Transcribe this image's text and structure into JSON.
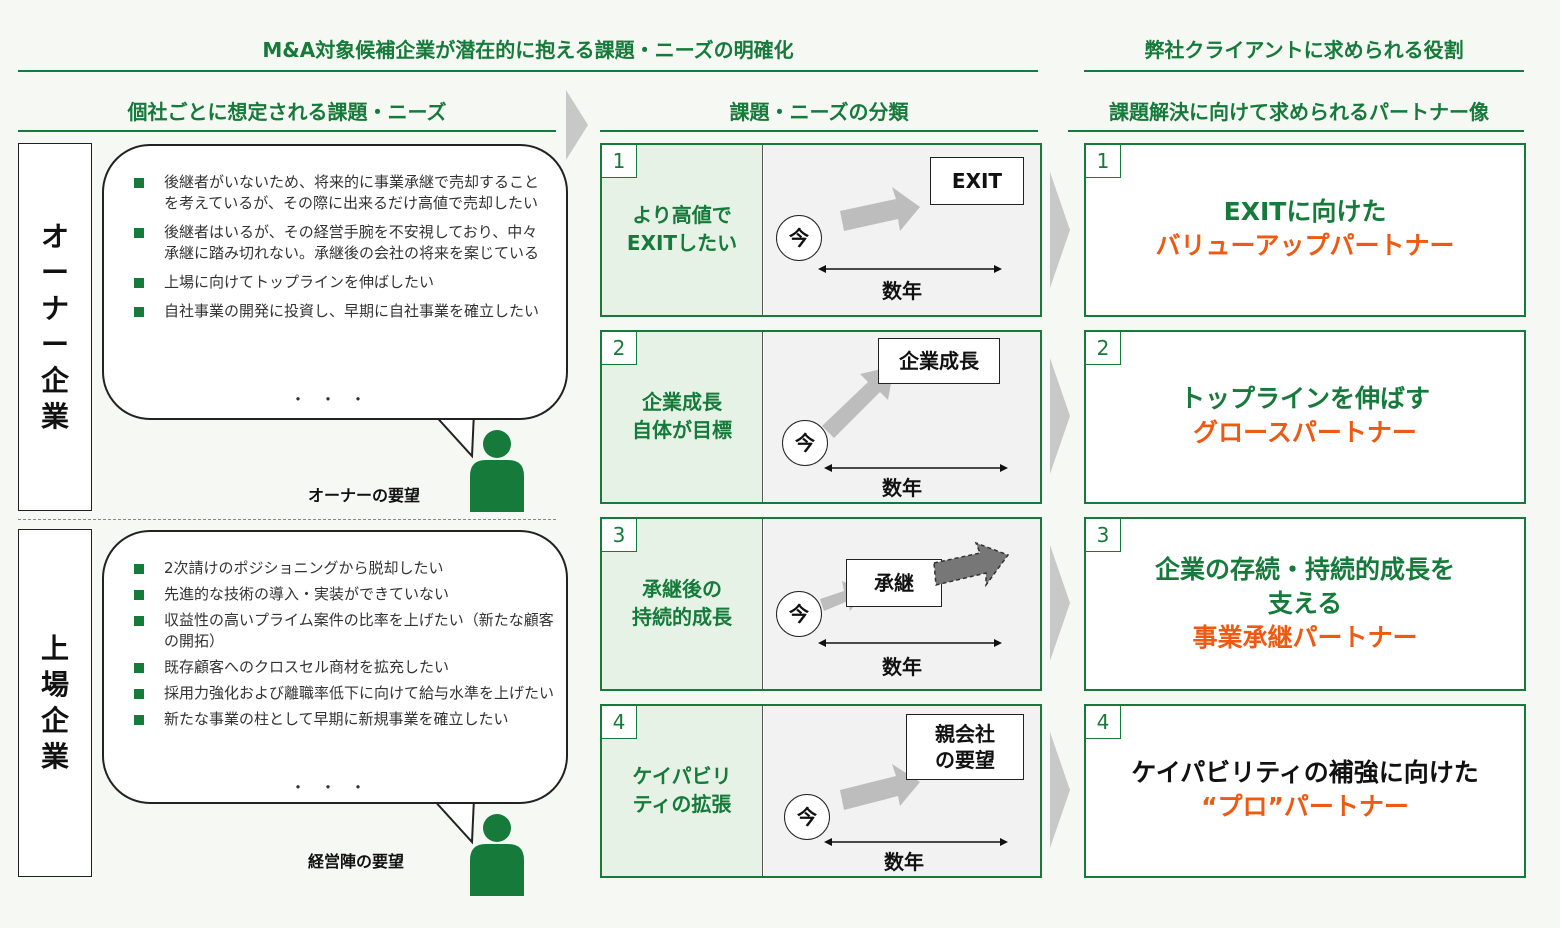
{
  "headers": {
    "top_left": "M&A対象候補企業が潜在的に抱える課題・ニーズの明確化",
    "top_right": "弊社クライアントに求められる役割",
    "col1": "個社ごとに想定される課題・ニーズ",
    "col2": "課題・ニーズの分類",
    "col3": "課題解決に向けて求められるパートナー像"
  },
  "owner": {
    "label": "オーナー企業",
    "needs": [
      "後継者がいないため、将来的に事業承継で売却することを考えているが、その際に出来るだけ高値で売却したい",
      "後継者はいるが、その経営手腕を不安視しており、中々承継に踏み切れない。承継後の会社の将来を案じている",
      "上場に向けてトップラインを伸ばしたい",
      "自社事業の開発に投資し、早期に自社事業を確立したい"
    ],
    "ellipsis": "・・・",
    "person_label": "オーナーの要望"
  },
  "listed": {
    "label": "上場企業",
    "needs": [
      "2次請けのポジショニングから脱却したい",
      "先進的な技術の導入・実装ができていない",
      "収益性の高いプライム案件の比率を上げたい（新たな顧客の開拓）",
      "既存顧客へのクロスセル商材を拡充したい",
      "採用力強化および離職率低下に向けて給与水準を上げたい",
      "新たな事業の柱として早期に新規事業を確立したい"
    ],
    "ellipsis": "・・・",
    "person_label": "経営陣の要望"
  },
  "categories": [
    {
      "num": "1",
      "title_lines": [
        "より高値で",
        "EXITしたい"
      ],
      "goal_lines": [
        "EXIT"
      ],
      "now": "今",
      "years": "数年"
    },
    {
      "num": "2",
      "title_lines": [
        "企業成長",
        "自体が目標"
      ],
      "goal_lines": [
        "企業成長"
      ],
      "now": "今",
      "years": "数年"
    },
    {
      "num": "3",
      "title_lines": [
        "承継後の",
        "持続的成長"
      ],
      "goal_lines": [
        "承継"
      ],
      "now": "今",
      "years": "数年"
    },
    {
      "num": "4",
      "title_lines": [
        "ケイパビリ",
        "ティの拡張"
      ],
      "goal_lines": [
        "親会社",
        "の要望"
      ],
      "now": "今",
      "years": "数年"
    }
  ],
  "partners": [
    {
      "num": "1",
      "lines": [
        {
          "text": "EXITに向けた",
          "color": "green"
        },
        {
          "text": "バリューアップパートナー",
          "color": "orange"
        }
      ]
    },
    {
      "num": "2",
      "lines": [
        {
          "text": "トップラインを伸ばす",
          "color": "green"
        },
        {
          "text": "グロースパートナー",
          "color": "orange"
        }
      ]
    },
    {
      "num": "3",
      "lines": [
        {
          "text": "企業の存続・持続的成長を",
          "color": "green"
        },
        {
          "text": "支える",
          "color": "green"
        },
        {
          "text": "事業承継パートナー",
          "color": "orange"
        }
      ]
    },
    {
      "num": "4",
      "lines": [
        {
          "text": "ケイパビリティの補強に向けた",
          "color": "black"
        },
        {
          "text": "“プロ”パートナー",
          "color": "orange"
        }
      ]
    }
  ],
  "colors": {
    "green": "#157a3a",
    "orange": "#ef5a12",
    "light_green": "#e6f2e6",
    "arrow_gray": "#bdbdbd"
  }
}
